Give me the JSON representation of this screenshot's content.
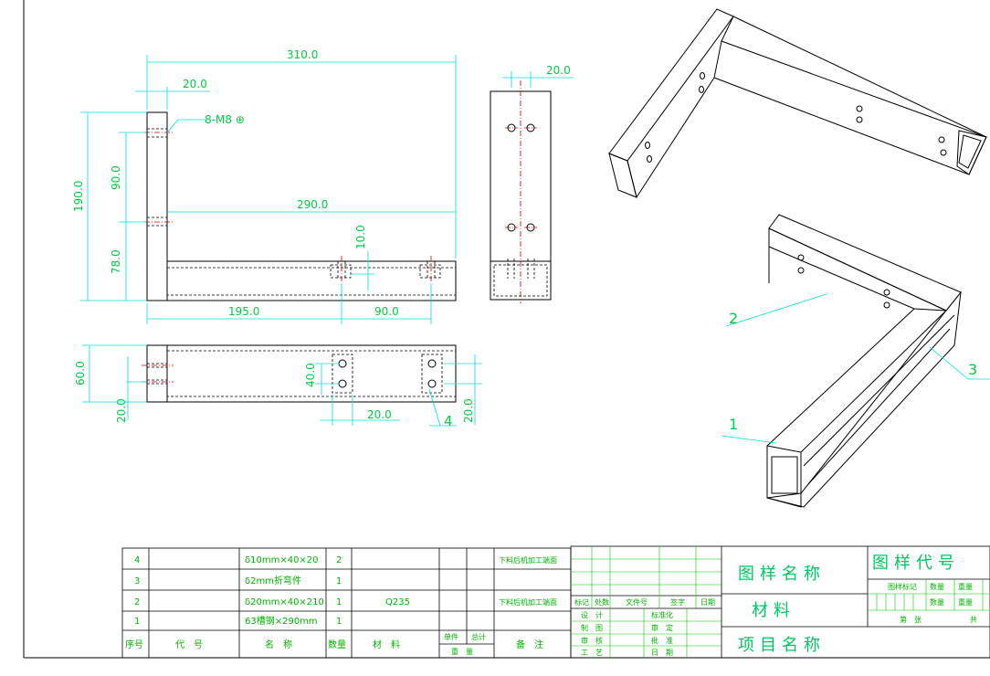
{
  "dimensions": {
    "overall_width": "310.0",
    "top_thickness": "20.0",
    "hole_note": "8-M8 ⊕",
    "height": "190.0",
    "hole_spacing_v": "90.0",
    "inner_length": "290.0",
    "lower_offset": "78.0",
    "hole_from_edge": "10.0",
    "first_hole_pos": "195.0",
    "hole_spacing_h": "90.0",
    "side_width": "20.0",
    "plan_height": "60.0",
    "plan_hole_spacing": "40.0",
    "plan_edge": "20.0",
    "plan_hole_gap": "20.0",
    "plan_right": "20.0"
  },
  "balloons": {
    "b1": "1",
    "b2": "2",
    "b3": "3",
    "b4": "4"
  },
  "bom": {
    "rows": [
      {
        "no": "4",
        "code": "",
        "name": "δ10mm×40×20",
        "qty": "2",
        "material": "",
        "single": "",
        "total": "",
        "remark": "下料后机加工端面"
      },
      {
        "no": "3",
        "code": "",
        "name": "δ2mm折弯件",
        "qty": "1",
        "material": "",
        "single": "",
        "total": "",
        "remark": ""
      },
      {
        "no": "2",
        "code": "",
        "name": "δ20mm×40×210",
        "qty": "1",
        "material": "Q235",
        "single": "",
        "total": "",
        "remark": "下料后机加工端面"
      },
      {
        "no": "1",
        "code": "",
        "name": "63槽钢×290mm",
        "qty": "1",
        "material": "",
        "single": "",
        "total": "",
        "remark": ""
      }
    ],
    "header": {
      "no": "序号",
      "code": "代　号",
      "name": "名　称",
      "qty": "数量",
      "material": "材　料",
      "single": "单件",
      "total": "总计",
      "weight": "重　量",
      "remark": "备　注"
    }
  },
  "title_block": {
    "rev_headers": [
      "标记",
      "处数",
      "文件号",
      "签字",
      "日期"
    ],
    "roles_left": [
      "设　计",
      "制　图",
      "审　核",
      "工　艺"
    ],
    "roles_right": [
      "标准化",
      "审　定",
      "批　准",
      "日　期"
    ],
    "drawing_name": "图样名称",
    "drawing_code": "图样代号",
    "material": "材料",
    "project_name": "项目名称",
    "stage_mark": "图样标记",
    "qty_label": "数量",
    "weight_label": "重量",
    "sheet_label": "第　张",
    "total_label": "共"
  }
}
